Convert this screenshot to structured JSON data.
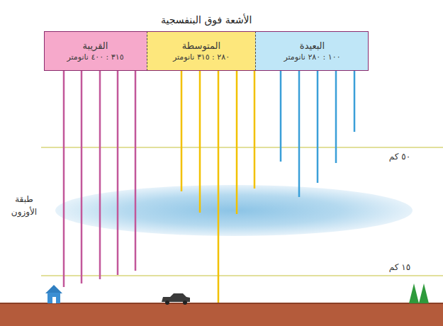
{
  "diagram": {
    "title": "الأشعة فوق البنفسجية",
    "nodes": [
      {
        "text": [
          "البعيدة",
          "١٠٠ : ٢٨٠ نانومتر"
        ]
      },
      {
        "text": [
          "المتوسطة",
          "٢٨٠ : ٣١٥ نانومتر"
        ]
      },
      {
        "text": [
          "القريبة",
          "٣١٥ : ٤٠٠ نانومتر"
        ]
      }
    ],
    "labels": [
      "٥٠ كم",
      "طبقة الأوزون",
      "١٥ كم"
    ]
  }
}
